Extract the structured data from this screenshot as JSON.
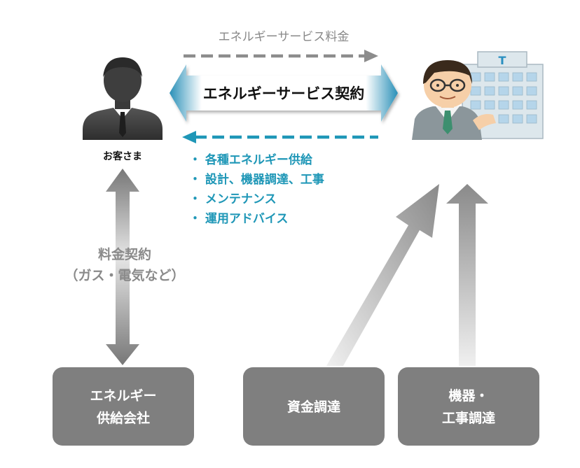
{
  "top_label": "エネルギーサービス料金",
  "contract_label": "エネルギーサービス契約",
  "customer_label": "お客さま",
  "services": [
    "・ 各種エネルギー供給",
    "・ 設計、機器調達、工事",
    "・ メンテナンス",
    "・ 運用アドバイス"
  ],
  "fee_contract": {
    "line1": "料金契約",
    "line2": "（ガス・電気など）"
  },
  "boxes": [
    {
      "line1": "エネルギー",
      "line2": "供給会社"
    },
    {
      "line1": "資金調達",
      "line2": ""
    },
    {
      "line1": "機器・",
      "line2": "工事調達"
    }
  ],
  "colors": {
    "dashed_gray": "#8c8c8c",
    "dashed_blue": "#1f97b7",
    "contract_arrow": "#46a6c7",
    "box_fill": "#7f7f7f",
    "service_text": "#1f97b7"
  },
  "icons": {
    "customer": "person-silhouette-icon",
    "company": "businessman-building-icon"
  }
}
